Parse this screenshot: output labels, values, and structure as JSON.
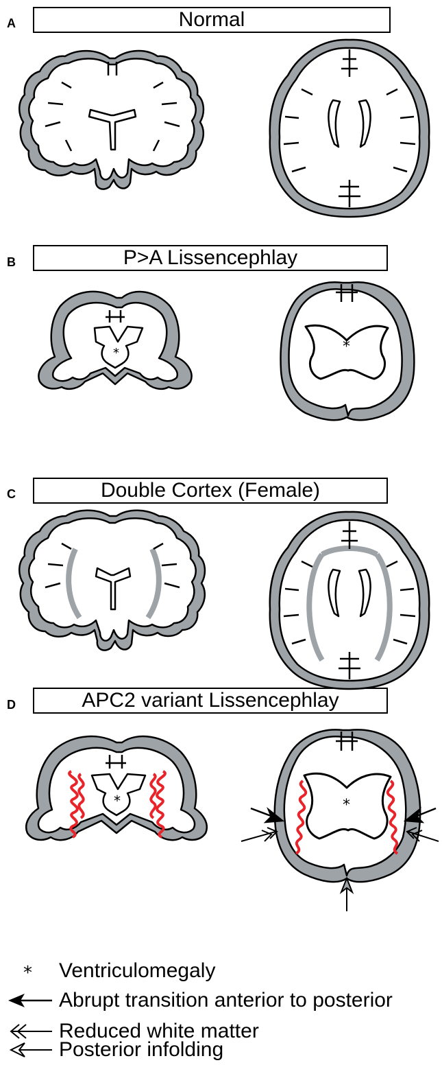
{
  "panels": [
    {
      "letter": "A",
      "title": "Normal"
    },
    {
      "letter": "B",
      "title": "P>A Lissencephlay"
    },
    {
      "letter": "C",
      "title": "Double Cortex (Female)"
    },
    {
      "letter": "D",
      "title": "APC2 variant Lissencephlay"
    }
  ],
  "legend": {
    "asterisk_symbol": "*",
    "items": [
      {
        "symbol": "asterisk",
        "label": "Ventriculomegaly"
      },
      {
        "symbol": "filled-arrow",
        "label": "Abrupt transition anterior to posterior"
      },
      {
        "symbol": "double-chevron-arrow",
        "label": "Reduced white matter"
      },
      {
        "symbol": "open-chevron-arrow",
        "label": "Posterior infolding"
      }
    ]
  },
  "colors": {
    "cortex_gray": "#9ea3a8",
    "heterotopia_red": "#e8232a",
    "outline": "#000000"
  }
}
